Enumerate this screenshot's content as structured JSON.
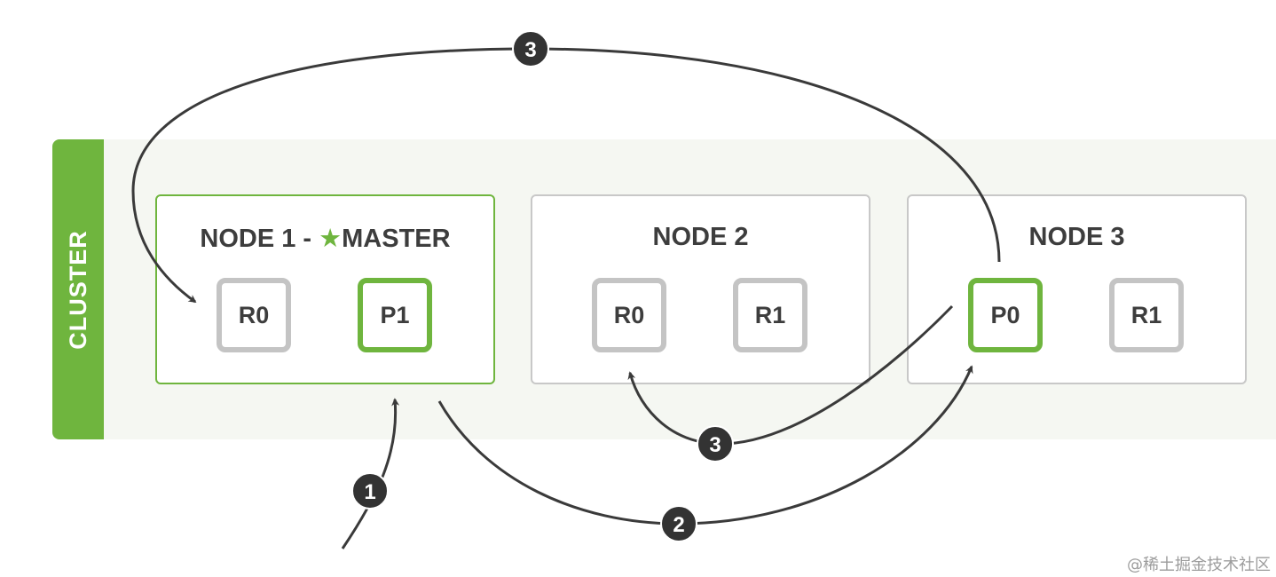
{
  "cluster": {
    "label": "CLUSTER"
  },
  "nodes": [
    {
      "title": "NODE 1 - ",
      "master_label": "MASTER",
      "shards": [
        "R0",
        "P1"
      ]
    },
    {
      "title": "NODE 2",
      "shards": [
        "R0",
        "R1"
      ]
    },
    {
      "title": "NODE 3",
      "shards": [
        "P0",
        "R1"
      ]
    }
  ],
  "steps": [
    "3",
    "3",
    "1",
    "2"
  ],
  "watermark": "@稀土掘金技术社区",
  "colors": {
    "accent": "#6fb53e",
    "arrow": "#3a3a3a",
    "shard_border": "#c4c4c4"
  },
  "icons": {
    "master": "star-icon"
  }
}
